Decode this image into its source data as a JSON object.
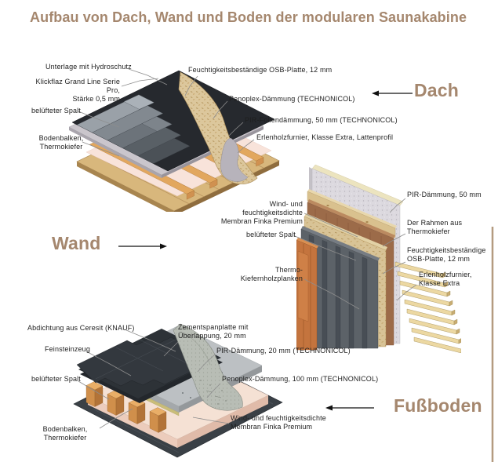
{
  "title": "Aufbau von Dach, Wand und Boden der modularen Saunakabine",
  "colors": {
    "accent": "#a5876e",
    "label_text": "#1e1e1e",
    "leader_line": "#8d8d8d",
    "arrow": "#111111",
    "right_border": "#b49b80"
  },
  "sections": {
    "dach": {
      "heading": "Dach",
      "arrow_direction": "left",
      "left_labels": [
        "Unterlage mit Hydroschutz",
        "Klickflaz Grand Line Serie Pro,\nStärke 0,5 mm",
        "belüfteter Spalt",
        "Bodenbalken,\nThermokiefer"
      ],
      "right_labels": [
        "Feuchtigkeitsbeständige OSB-Platte, 12 mm",
        "Penoplex-Dämmung (TECHNONICOL)",
        "PIR-Foliendämmung, 50 mm (TECHNONICOL)",
        "Erlenholzfurnier, Klasse Extra, Lattenprofil"
      ]
    },
    "wand": {
      "heading": "Wand",
      "arrow_direction": "right",
      "left_labels": [
        "Wind- und feuchtigkeitsdichte\nMembran Finka Premium",
        "belüfteter Spalt",
        "Thermo-\nKiefernholzplanken"
      ],
      "right_labels": [
        "PIR-Dämmung, 50 mm",
        "Der Rahmen aus\nThermokiefer",
        "Feuchtigkeitsbeständige\nOSB-Platte, 12 mm",
        "Erlenholzfurnier,\nKlasse Extra"
      ]
    },
    "fussboden": {
      "heading": "Fußboden",
      "arrow_direction": "left",
      "left_labels": [
        "Abdichtung aus Ceresit (KNAUF)",
        "Feinsteinzeug",
        "belüfteter Spalt",
        "Bodenbalken,\nThermokiefer"
      ],
      "right_labels": [
        "Zementspanplatte mit\nÜberlappung, 20 mm",
        "PIR-Dämmung, 20 mm (TECHNONICOL)",
        "Penoplex-Dämmung, 100 mm (TECHNONICOL)",
        "Wind- und feuchtigkeitsdichte\nMembran Finka Premium"
      ]
    }
  }
}
